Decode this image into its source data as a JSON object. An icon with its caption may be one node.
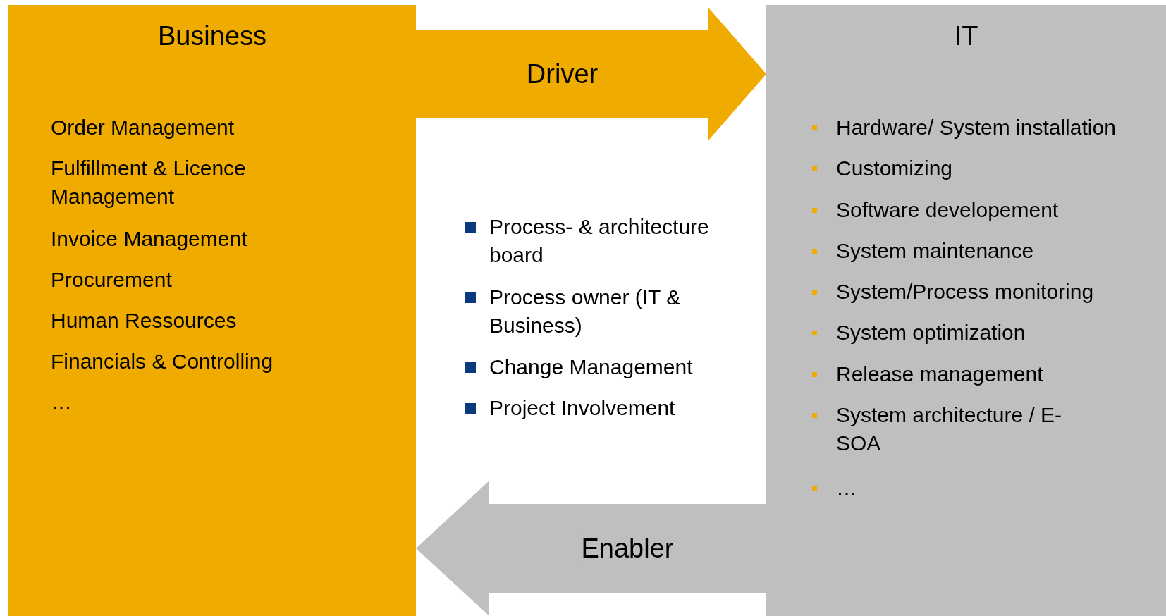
{
  "diagram": {
    "nodes": [
      {
        "text": [
          "Business",
          "Order Management",
          "Fulfillment & Licence Management",
          "Invoice Management",
          "Procurement",
          "Human Ressources",
          "Financials & Controlling",
          "…"
        ]
      },
      {
        "text": [
          "IT",
          "Hardware/ System installation",
          "Customizing",
          "Software developement",
          "System maintenance",
          "System/Process monitoring",
          "System optimization",
          "Release management",
          "System architecture / E-SOA",
          "…"
        ]
      }
    ],
    "edges": [
      {
        "from": 0,
        "to": 1,
        "arrow": "to",
        "label": "Driver",
        "style": "thick",
        "color": "#f0ab00"
      },
      {
        "from": 1,
        "to": 0,
        "arrow": "to",
        "label": "Enabler",
        "style": "thick",
        "color": "#bfbfbf"
      }
    ],
    "labels": [
      "Process- & architecture board",
      "Process owner (IT & Business)",
      "Change Management",
      "Project Involvement"
    ]
  }
}
